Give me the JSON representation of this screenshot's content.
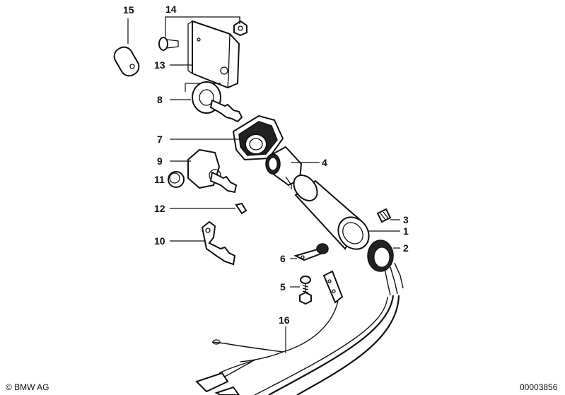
{
  "diagram": {
    "callouts": [
      {
        "id": "c15",
        "text": "15"
      },
      {
        "id": "c14",
        "text": "14"
      },
      {
        "id": "c13",
        "text": "13"
      },
      {
        "id": "c8",
        "text": "8"
      },
      {
        "id": "c7",
        "text": "7"
      },
      {
        "id": "c4",
        "text": "4"
      },
      {
        "id": "c9",
        "text": "9"
      },
      {
        "id": "c11",
        "text": "11"
      },
      {
        "id": "c12",
        "text": "12"
      },
      {
        "id": "c3",
        "text": "3"
      },
      {
        "id": "c1",
        "text": "1"
      },
      {
        "id": "c10",
        "text": "10"
      },
      {
        "id": "c2",
        "text": "2"
      },
      {
        "id": "c6",
        "text": "6"
      },
      {
        "id": "c5",
        "text": "5"
      },
      {
        "id": "c16",
        "text": "16"
      }
    ],
    "copyright": "© BMW AG",
    "image_number": "00003856"
  }
}
